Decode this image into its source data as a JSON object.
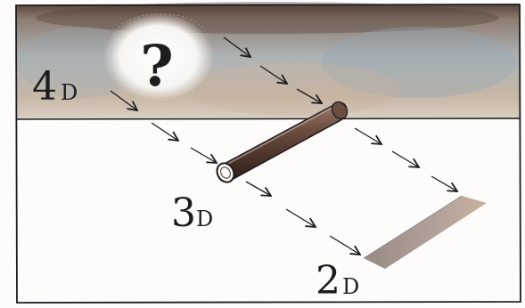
{
  "labels": {
    "four_d": {
      "num": "4",
      "unit": "D"
    },
    "three_d": {
      "num": "3",
      "unit": "D"
    },
    "two_d": {
      "num": "2",
      "unit": "D"
    },
    "question": "?"
  },
  "colors": {
    "sky_top": "#6f5a4c",
    "sky_mid": "#b5aea3",
    "sky_blue": "#8fa2b2",
    "ground": "#fdfcfa",
    "ink": "#1d1c1f",
    "rod_dark": "#3d2a24",
    "rod_light": "#8a6a5c",
    "shadow": "#8b7a72"
  },
  "icons": {
    "mystery": "question-mark-icon",
    "arrow": "arrow-icon"
  }
}
